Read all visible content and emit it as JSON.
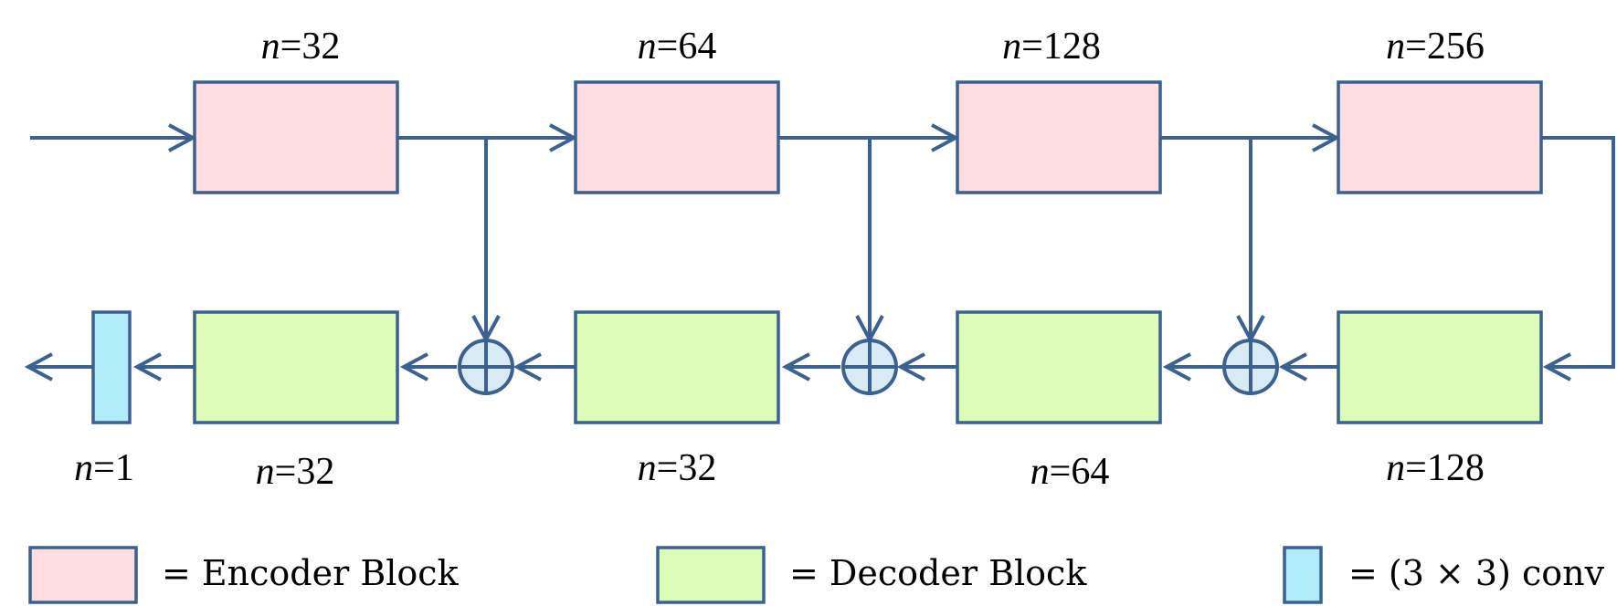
{
  "encoder_blocks": [
    {
      "var": "n",
      "eq": "=32"
    },
    {
      "var": "n",
      "eq": "=64"
    },
    {
      "var": "n",
      "eq": "=128"
    },
    {
      "var": "n",
      "eq": "=256"
    }
  ],
  "decoder_blocks": [
    {
      "var": "n",
      "eq": "=32"
    },
    {
      "var": "n",
      "eq": "=32"
    },
    {
      "var": "n",
      "eq": "=64"
    },
    {
      "var": "n",
      "eq": "=128"
    }
  ],
  "conv_block": {
    "var": "n",
    "eq": "=1"
  },
  "legend": {
    "encoder": "= Encoder Block",
    "decoder": "= Decoder Block",
    "conv": "= (3 × 3) conv"
  },
  "colors": {
    "encoder_fill": "#ffdde0",
    "decoder_fill": "#dcfcb8",
    "conv_fill": "#b0ecfa",
    "line": "#3a6190",
    "sum_fill": "#d8eaf4"
  }
}
